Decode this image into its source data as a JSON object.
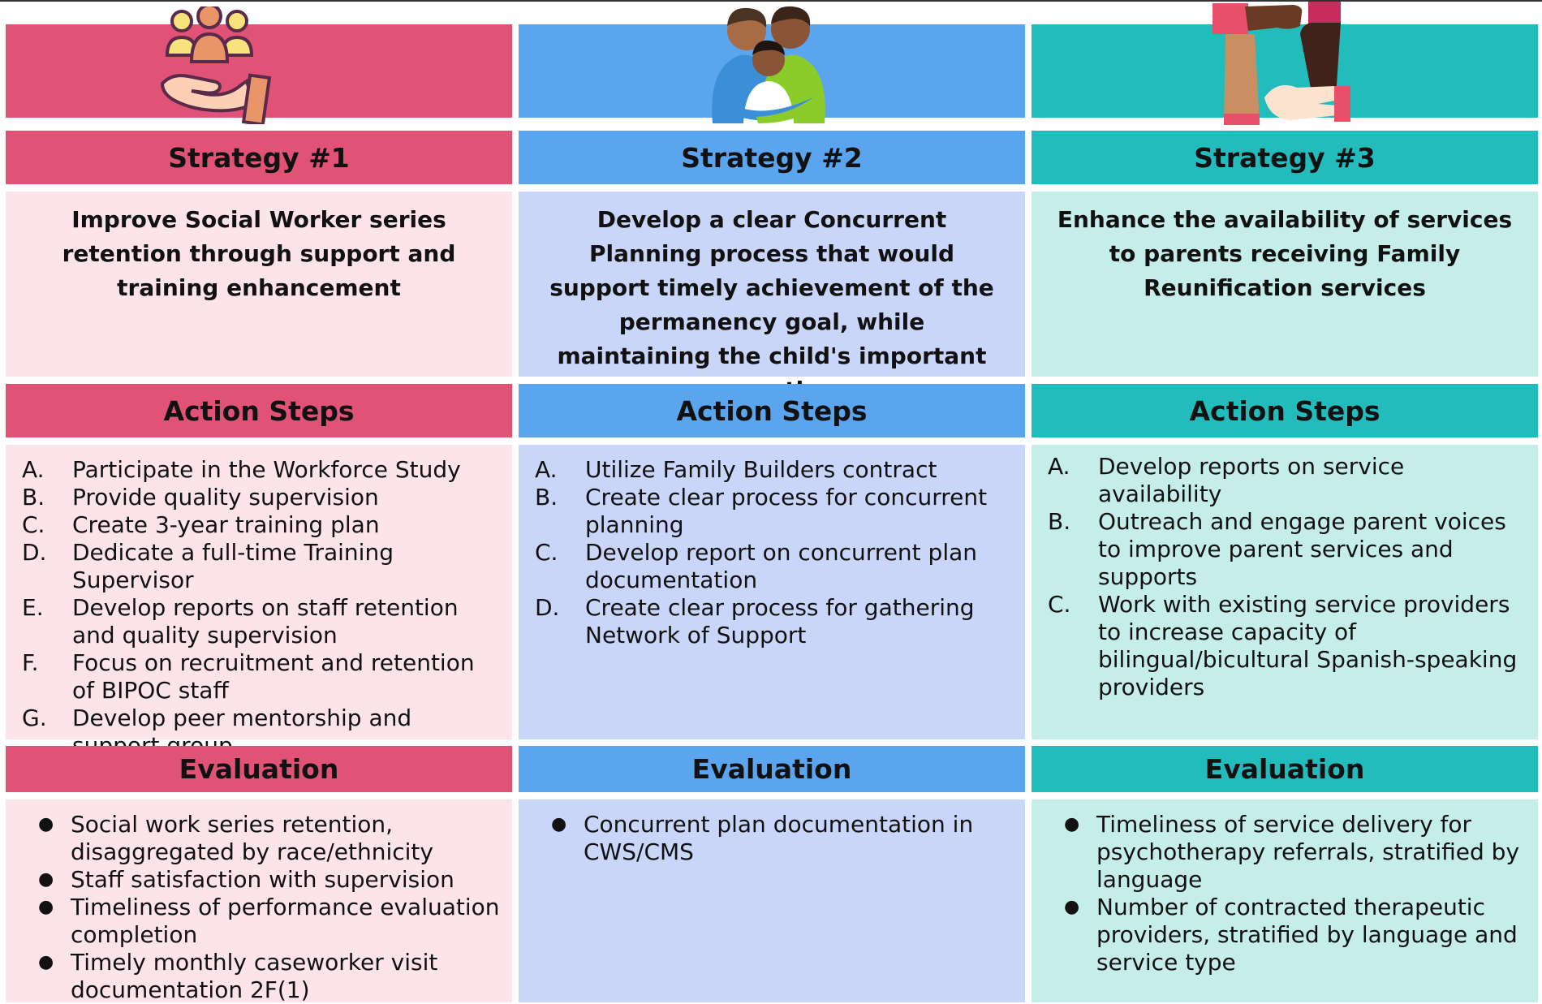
{
  "colors": {
    "strategy1_accent": "#e05276",
    "strategy1_light": "#fde4ea",
    "strategy2_accent": "#5aa5ee",
    "strategy2_light": "#c9d6fa",
    "strategy3_accent": "#23bcbd",
    "strategy3_light": "#c5eeeb"
  },
  "columns": [
    {
      "icon": "community-in-hand-icon",
      "strategy_label": "Strategy #1",
      "description": "Improve Social Worker series retention through support and training enhancement",
      "actions_label": "Action Steps",
      "actions": [
        {
          "marker": "A.",
          "text": "Participate in the Workforce Study"
        },
        {
          "marker": "B.",
          "text": "Provide quality supervision"
        },
        {
          "marker": "C.",
          "text": "Create 3-year training plan"
        },
        {
          "marker": "D.",
          "text": "Dedicate a full-time Training Supervisor"
        },
        {
          "marker": "E.",
          "text": "Develop reports on staff retention and quality supervision"
        },
        {
          "marker": "F.",
          "text": "Focus on recruitment and retention of BIPOC staff"
        },
        {
          "marker": "G.",
          "text": "Develop peer mentorship and support group"
        }
      ],
      "evaluation_label": "Evaluation",
      "evaluation": [
        "Social work series retention, disaggregated by race/ethnicity",
        "Staff satisfaction with supervision",
        "Timeliness of performance evaluation completion",
        "Timely monthly caseworker visit documentation 2F(1)"
      ]
    },
    {
      "icon": "family-embrace-icon",
      "strategy_label": "Strategy #2",
      "description": "Develop a clear Concurrent Planning process that would support timely achievement of the permanency goal, while maintaining the child's important connections",
      "actions_label": "Action Steps",
      "actions": [
        {
          "marker": "A.",
          "text": "Utilize Family Builders contract"
        },
        {
          "marker": "B.",
          "text": "Create clear process for concurrent planning"
        },
        {
          "marker": "C.",
          "text": "Develop report on concurrent plan documentation"
        },
        {
          "marker": "D.",
          "text": "Create clear process for gathering Network of Support"
        }
      ],
      "evaluation_label": "Evaluation",
      "evaluation": [
        "Concurrent plan documentation in CWS/CMS"
      ]
    },
    {
      "icon": "joined-hands-icon",
      "strategy_label": "Strategy #3",
      "description": "Enhance the availability of services to parents receiving Family Reunification services",
      "actions_label": "Action Steps",
      "actions": [
        {
          "marker": "A.",
          "text": "Develop reports on service availability"
        },
        {
          "marker": "B.",
          "text": "Outreach and engage parent voices to improve parent services and supports"
        },
        {
          "marker": "C.",
          "text": "Work with existing service providers to increase capacity of bilingual/bicultural Spanish-speaking providers"
        }
      ],
      "evaluation_label": "Evaluation",
      "evaluation": [
        "Timeliness of service delivery for psychotherapy referrals, stratified by language",
        "Number of contracted therapeutic providers, stratified by language and service type"
      ]
    }
  ]
}
